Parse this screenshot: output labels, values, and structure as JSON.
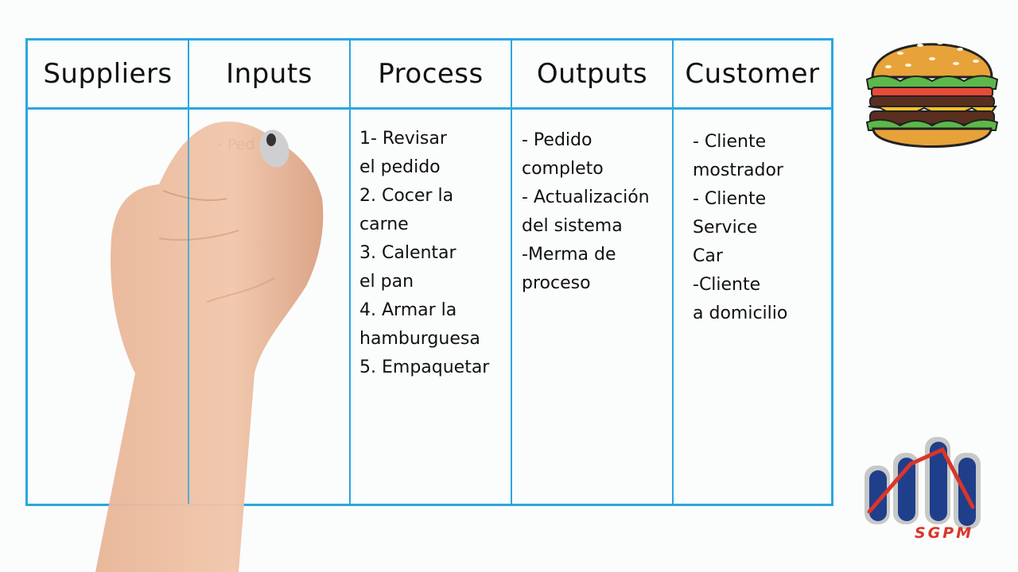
{
  "headers": [
    "Suppliers",
    "Inputs",
    "Process",
    "Outputs",
    "Customer"
  ],
  "cells": {
    "suppliers": "",
    "inputs": "- Ped",
    "process": "1- Revisar\nel pedido\n2. Cocer la\ncarne\n3. Calentar\nel pan\n4. Armar la\nhamburguesa\n5. Empaquetar",
    "outputs": "- Pedido\ncompleto\n- Actualización\ndel sistema\n-Merma de\nproceso",
    "customer": "- Cliente\nmostrador\n- Cliente\nService\nCar\n-Cliente\na domicilio"
  },
  "logo": {
    "text": "SGPM"
  },
  "colors": {
    "table_border": "#2aa7de",
    "logo_blue": "#1f3f8a",
    "logo_red": "#d9352a"
  }
}
